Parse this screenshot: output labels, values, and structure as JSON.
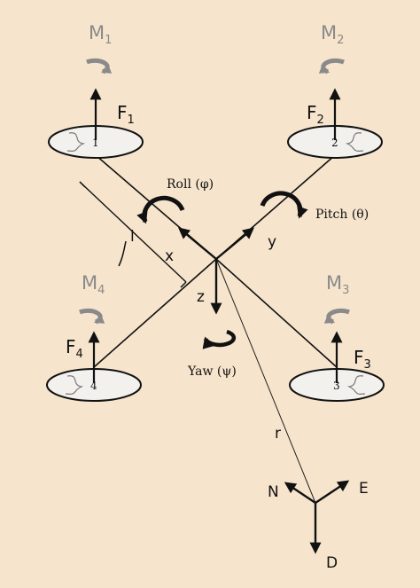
{
  "colors": {
    "background": "#f6e4cc",
    "ink": "#111111",
    "moment_gray": "#8a8a8a",
    "propeller_fill": "#f3f1ee"
  },
  "rotors": [
    {
      "number": "1",
      "force": "F",
      "force_sub": "1",
      "moment": "M",
      "moment_sub": "1"
    },
    {
      "number": "2",
      "force": "F",
      "force_sub": "2",
      "moment": "M",
      "moment_sub": "2"
    },
    {
      "number": "3",
      "force": "F",
      "force_sub": "3",
      "moment": "M",
      "moment_sub": "3"
    },
    {
      "number": "4",
      "force": "F",
      "force_sub": "4",
      "moment": "M",
      "moment_sub": "4"
    }
  ],
  "axes": {
    "x": "x",
    "y": "y",
    "z": "z"
  },
  "rotations": {
    "roll": "Roll (φ)",
    "pitch": "Pitch (θ)",
    "yaw": "Yaw (ψ)"
  },
  "length_label": "l",
  "distance_label": "r",
  "earth_frame": {
    "north": "N",
    "east": "E",
    "down": "D"
  },
  "icons": [
    "curved-arrow-icon",
    "arrow-icon"
  ]
}
